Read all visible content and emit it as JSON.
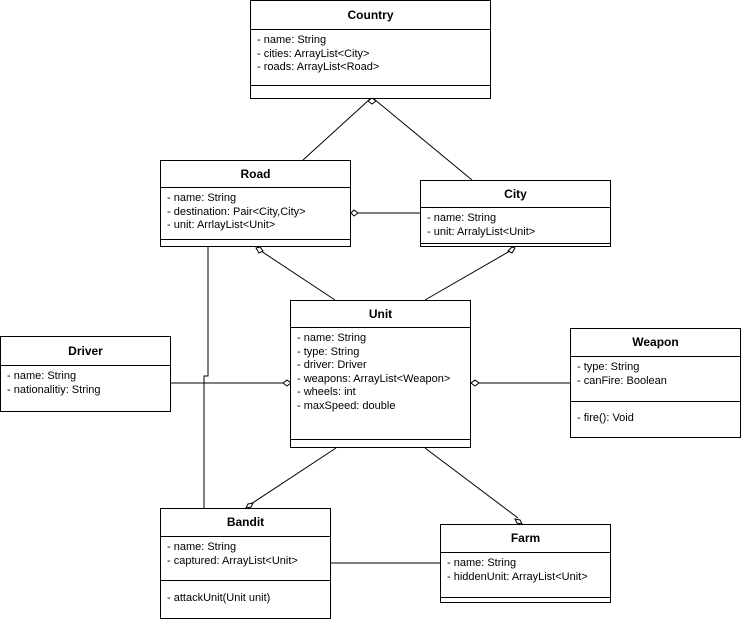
{
  "classes": {
    "country": {
      "name": "Country",
      "attributes": [
        "- name: String",
        "- cities: ArrayList<City>",
        "- roads: ArrayList<Road>"
      ],
      "methods": []
    },
    "road": {
      "name": "Road",
      "attributes": [
        "- name: String",
        "- destination: Pair<City,City>",
        "- unit: ArrlayList<Unit>"
      ],
      "methods": []
    },
    "city": {
      "name": "City",
      "attributes": [
        "- name: String",
        "- unit: ArralyList<Unit>"
      ],
      "methods": []
    },
    "unit": {
      "name": "Unit",
      "attributes": [
        "- name: String",
        "- type: String",
        "- driver: Driver",
        "- weapons: ArrayList<Weapon>",
        "- wheels: int",
        "- maxSpeed: double"
      ],
      "methods": []
    },
    "driver": {
      "name": "Driver",
      "attributes": [
        "- name: String",
        "- nationalitiy: String"
      ],
      "methods": []
    },
    "weapon": {
      "name": "Weapon",
      "attributes": [
        "- type: String",
        "- canFire: Boolean"
      ],
      "methods": [
        "- fire(): Void"
      ]
    },
    "bandit": {
      "name": "Bandit",
      "attributes": [
        "- name: String",
        "- captured: ArrayList<Unit>"
      ],
      "methods": [
        "- attackUnit(Unit unit)"
      ]
    },
    "farm": {
      "name": "Farm",
      "attributes": [
        "- name: String",
        "- hiddenUnit: ArrayList<Unit>"
      ],
      "methods": []
    }
  }
}
